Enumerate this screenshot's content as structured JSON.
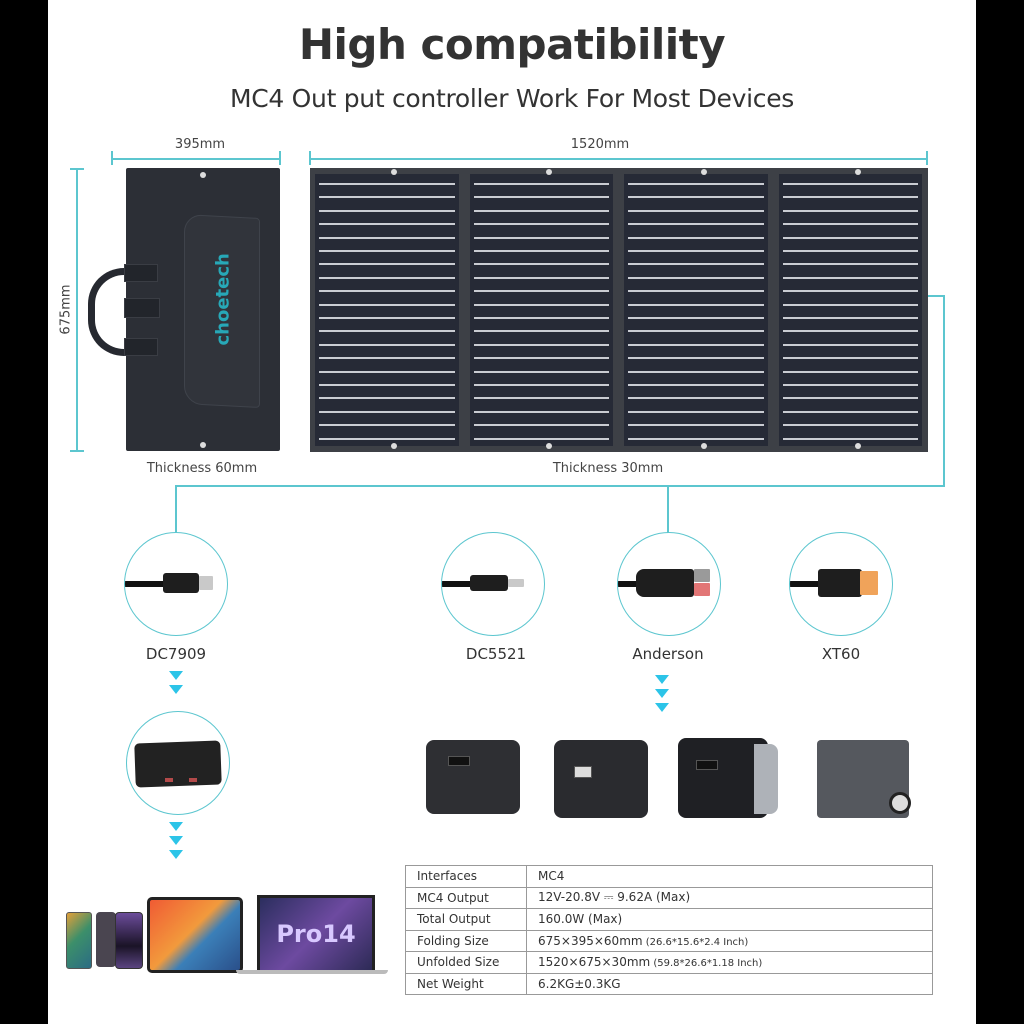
{
  "header": {
    "title": "High compatibility",
    "subtitle": "MC4 Out put controller Work For Most Devices"
  },
  "dimensions": {
    "folded_width": "395mm",
    "unfolded_width": "1520mm",
    "height": "675mm",
    "folded_thickness": "Thickness 60mm",
    "unfolded_thickness": "Thickness 30mm"
  },
  "brand": {
    "logo_text": "choetech"
  },
  "colors": {
    "accent_line": "#5cc6cf",
    "arrow": "#2cc4e8",
    "panel": "#262a36",
    "logo": "#27a8b7"
  },
  "connectors": [
    {
      "label": "DC7909",
      "icon": "dc7909-plug-icon"
    },
    {
      "label": "DC5521",
      "icon": "dc5521-plug-icon"
    },
    {
      "label": "Anderson",
      "icon": "anderson-plug-icon"
    },
    {
      "label": "XT60",
      "icon": "xt60-plug-icon"
    }
  ],
  "devices": {
    "hub": "usb-charging-hub",
    "personal": [
      "smartphone",
      "iphone",
      "tablet",
      "laptop"
    ],
    "laptop_screen_text": "Pro14",
    "power_stations": [
      "power-station-1",
      "power-station-2",
      "power-station-3",
      "power-station-4"
    ]
  },
  "specs": {
    "rows": [
      {
        "key": "Interfaces",
        "value": "MC4",
        "note": ""
      },
      {
        "key": "MC4 Output",
        "value": "12V-20.8V ⎓ 9.62A (Max)",
        "note": ""
      },
      {
        "key": "Total Output",
        "value": "160.0W (Max)",
        "note": ""
      },
      {
        "key": "Folding Size",
        "value": "675×395×60mm",
        "note": " (26.6*15.6*2.4 Inch)"
      },
      {
        "key": "Unfolded Size",
        "value": "1520×675×30mm",
        "note": " (59.8*26.6*1.18 Inch)"
      },
      {
        "key": "Net Weight",
        "value": "6.2KG±0.3KG",
        "note": ""
      }
    ]
  }
}
